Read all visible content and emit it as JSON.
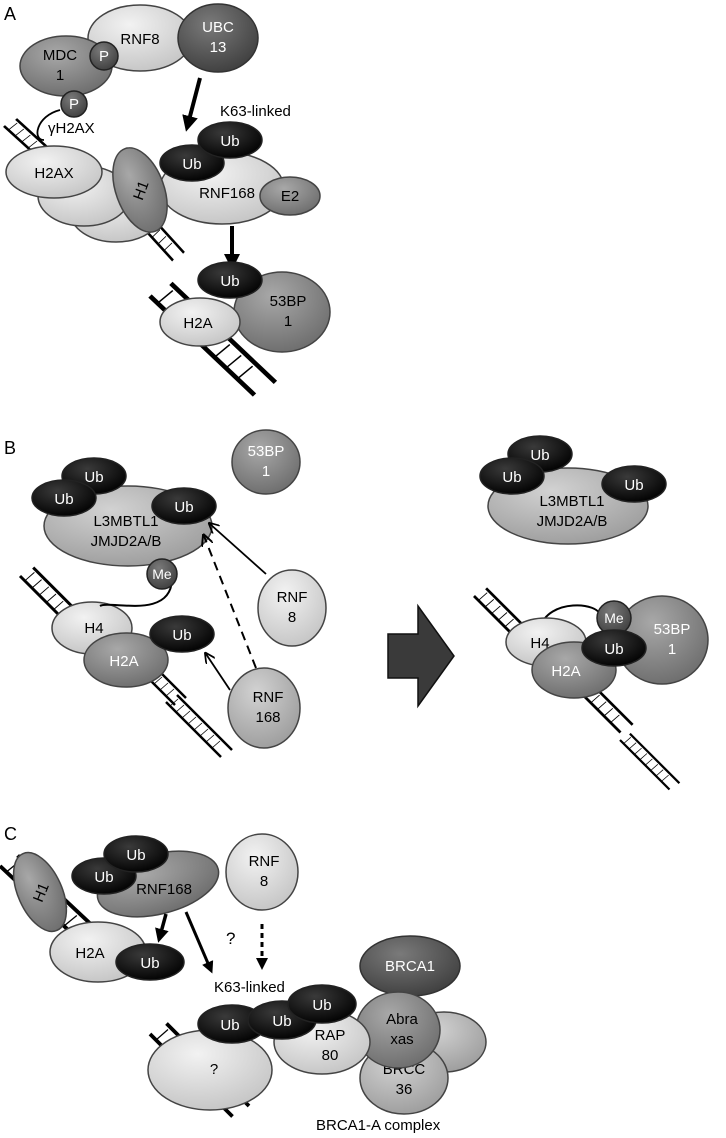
{
  "panels": {
    "a": "A",
    "b": "B",
    "c": "C"
  },
  "a": {
    "mdc_line1": "MDC",
    "mdc_line2": "1",
    "p1": "P",
    "p2": "P",
    "rnf8": "RNF8",
    "ubc_line1": "UBC",
    "ubc_line2": "13",
    "k63": "K63-linked",
    "gh2ax": "γH2AX",
    "h2ax": "H2AX",
    "h1": "H1",
    "ub1": "Ub",
    "ub2": "Ub",
    "rnf168": "RNF168",
    "e2": "E2",
    "ub3": "Ub",
    "h2a": "H2A",
    "bp_line1": "53BP",
    "bp_line2": "1"
  },
  "b": {
    "ub1": "Ub",
    "ub2": "Ub",
    "ub3": "Ub",
    "l3_line1": "L3MBTL1",
    "l3_line2": "JMJD2A/B",
    "me": "Me",
    "bp_line1": "53BP",
    "bp_line2": "1",
    "rnf8_line1": "RNF",
    "rnf8_line2": "8",
    "h4": "H4",
    "h2a": "H2A",
    "ub4": "Ub",
    "rnf168_line1": "RNF",
    "rnf168_line2": "168",
    "r_ub1": "Ub",
    "r_ub2": "Ub",
    "r_ub3": "Ub",
    "r_l3_line1": "L3MBTL1",
    "r_l3_line2": "JMJD2A/B",
    "r_me": "Me",
    "r_bp_line1": "53BP",
    "r_bp_line2": "1",
    "r_h4": "H4",
    "r_h2a": "H2A",
    "r_ub4": "Ub"
  },
  "c": {
    "ub1": "Ub",
    "ub2": "Ub",
    "h1": "H1",
    "rnf168": "RNF168",
    "rnf8_line1": "RNF",
    "rnf8_line2": "8",
    "h2a": "H2A",
    "ub3": "Ub",
    "q1": "?",
    "k63": "K63-linked",
    "brca1": "BRCA1",
    "ub4": "Ub",
    "ub5": "Ub",
    "ub6": "Ub",
    "rap_line1": "RAP",
    "rap_line2": "80",
    "abra_line1": "Abra",
    "abra_line2": "xas",
    "q2": "?",
    "brcc_line1": "BRCC",
    "brcc_line2": "36",
    "complex": "BRCA1-A complex"
  },
  "colors": {
    "black": "#0a0a0a",
    "dark": "#4a4a4a",
    "mid": "#838383",
    "light": "#b4b4b4",
    "pale": "#dcdcdc"
  }
}
